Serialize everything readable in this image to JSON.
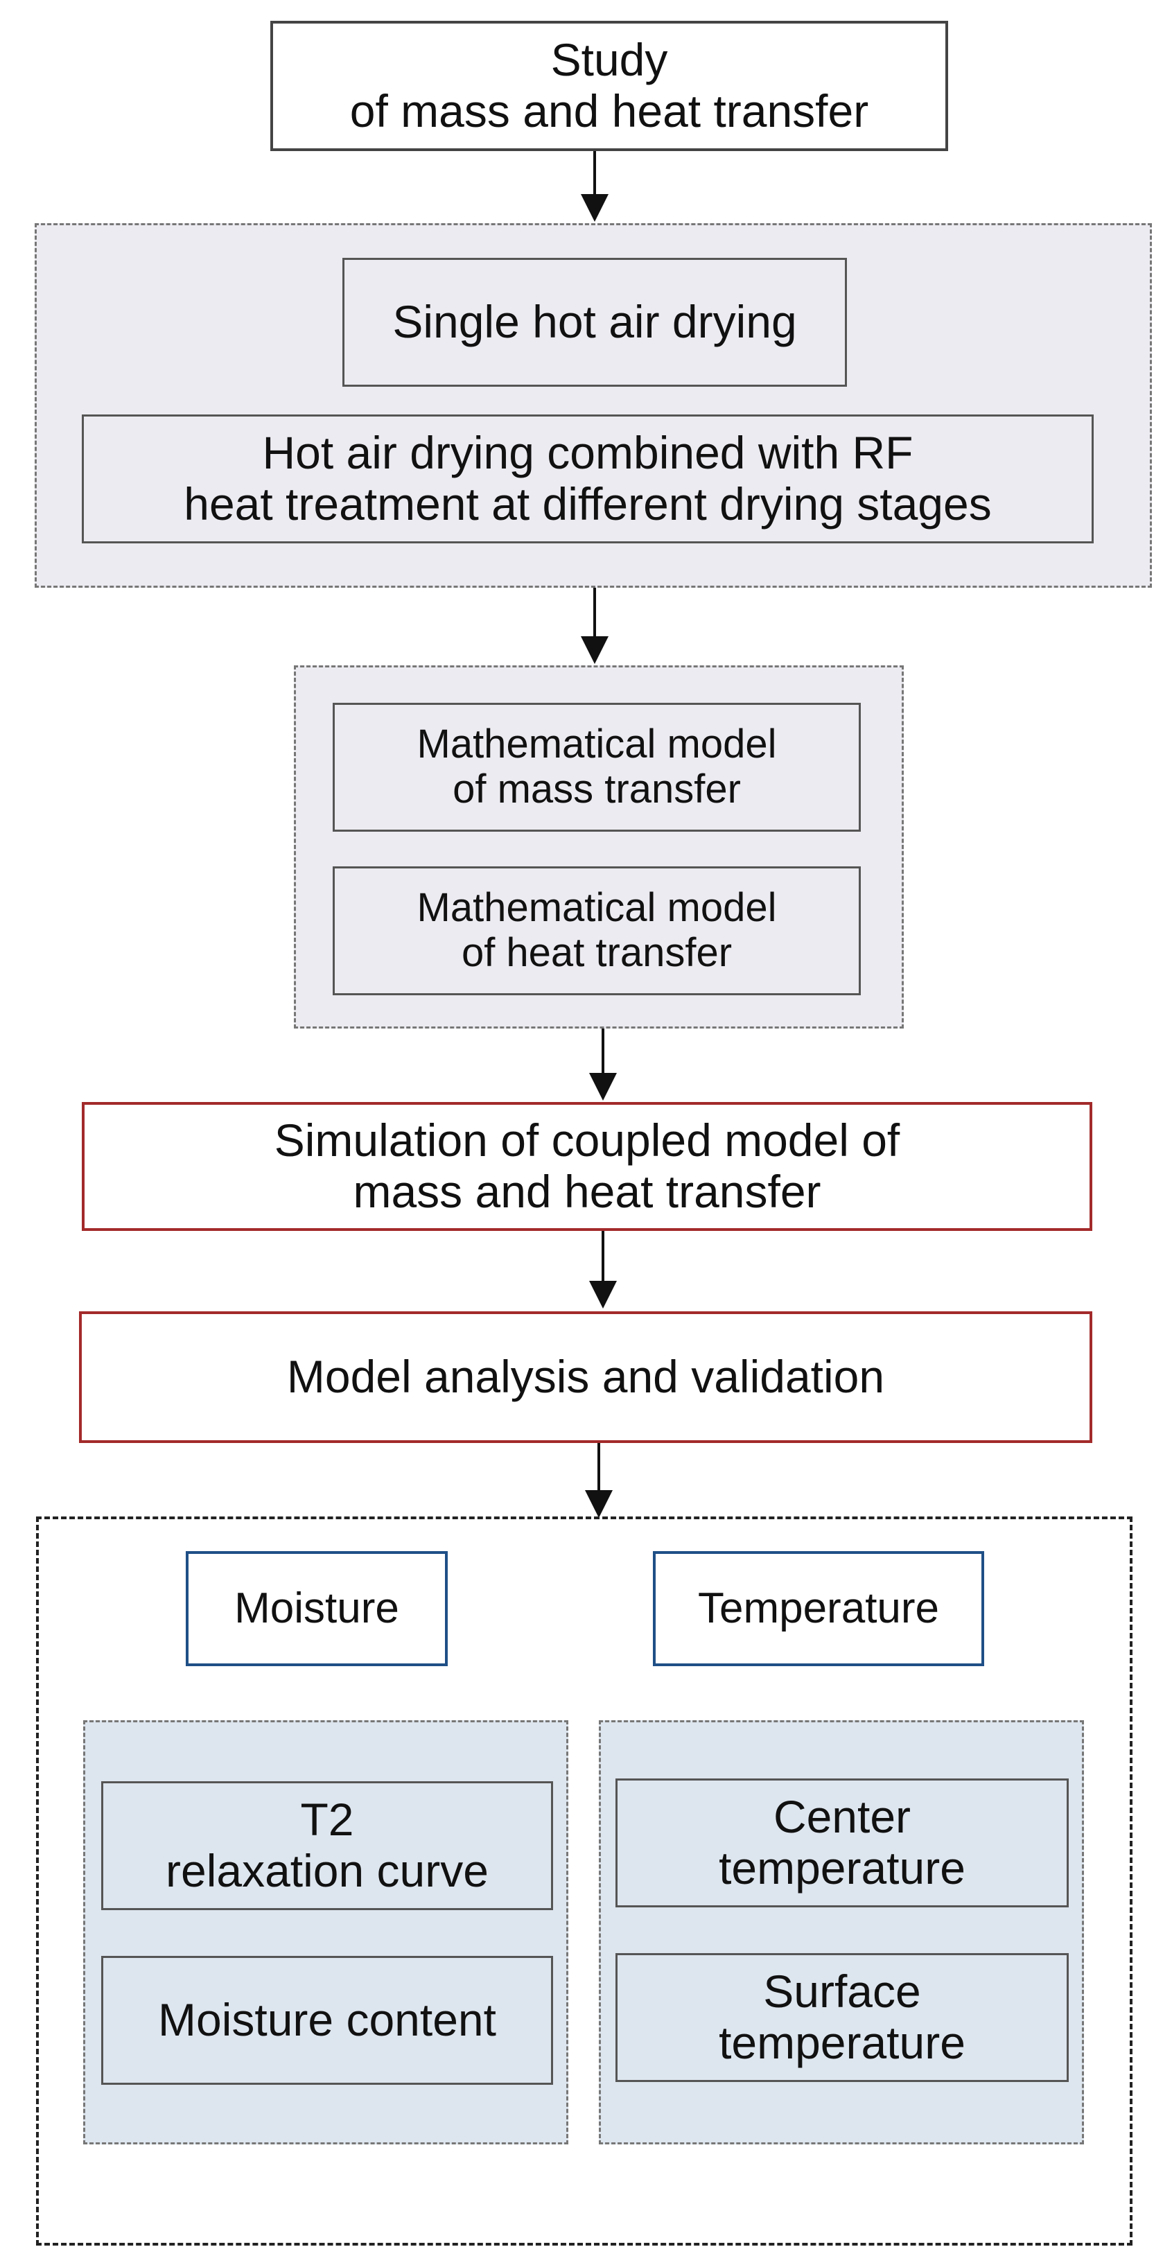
{
  "top": {
    "line1": "Study",
    "line2": "of mass and heat transfer"
  },
  "drying_group": {
    "single": "Single hot air drying",
    "combined_line1": "Hot air drying combined with RF",
    "combined_line2": "heat treatment at different drying stages"
  },
  "model_group": {
    "mass_line1": "Mathematical model",
    "mass_line2": "of mass transfer",
    "heat_line1": "Mathematical model",
    "heat_line2": "of heat transfer"
  },
  "simulation": {
    "line1": "Simulation of coupled model of",
    "line2": "mass and heat transfer"
  },
  "analysis": {
    "label": "Model analysis and validation"
  },
  "outcomes": {
    "moisture": {
      "header": "Moisture",
      "t2_line1": "T2",
      "t2_line2": "relaxation curve",
      "content": "Moisture content"
    },
    "temperature": {
      "header": "Temperature",
      "center_line1": "Center",
      "center_line2": "temperature",
      "surface_line1": "Surface",
      "surface_line2": "temperature"
    }
  },
  "colors": {
    "gray_fill": "#ecebf1",
    "blue_fill": "#dde5ee",
    "red_border": "#a32a2a",
    "blue_border": "#1f4f86"
  }
}
